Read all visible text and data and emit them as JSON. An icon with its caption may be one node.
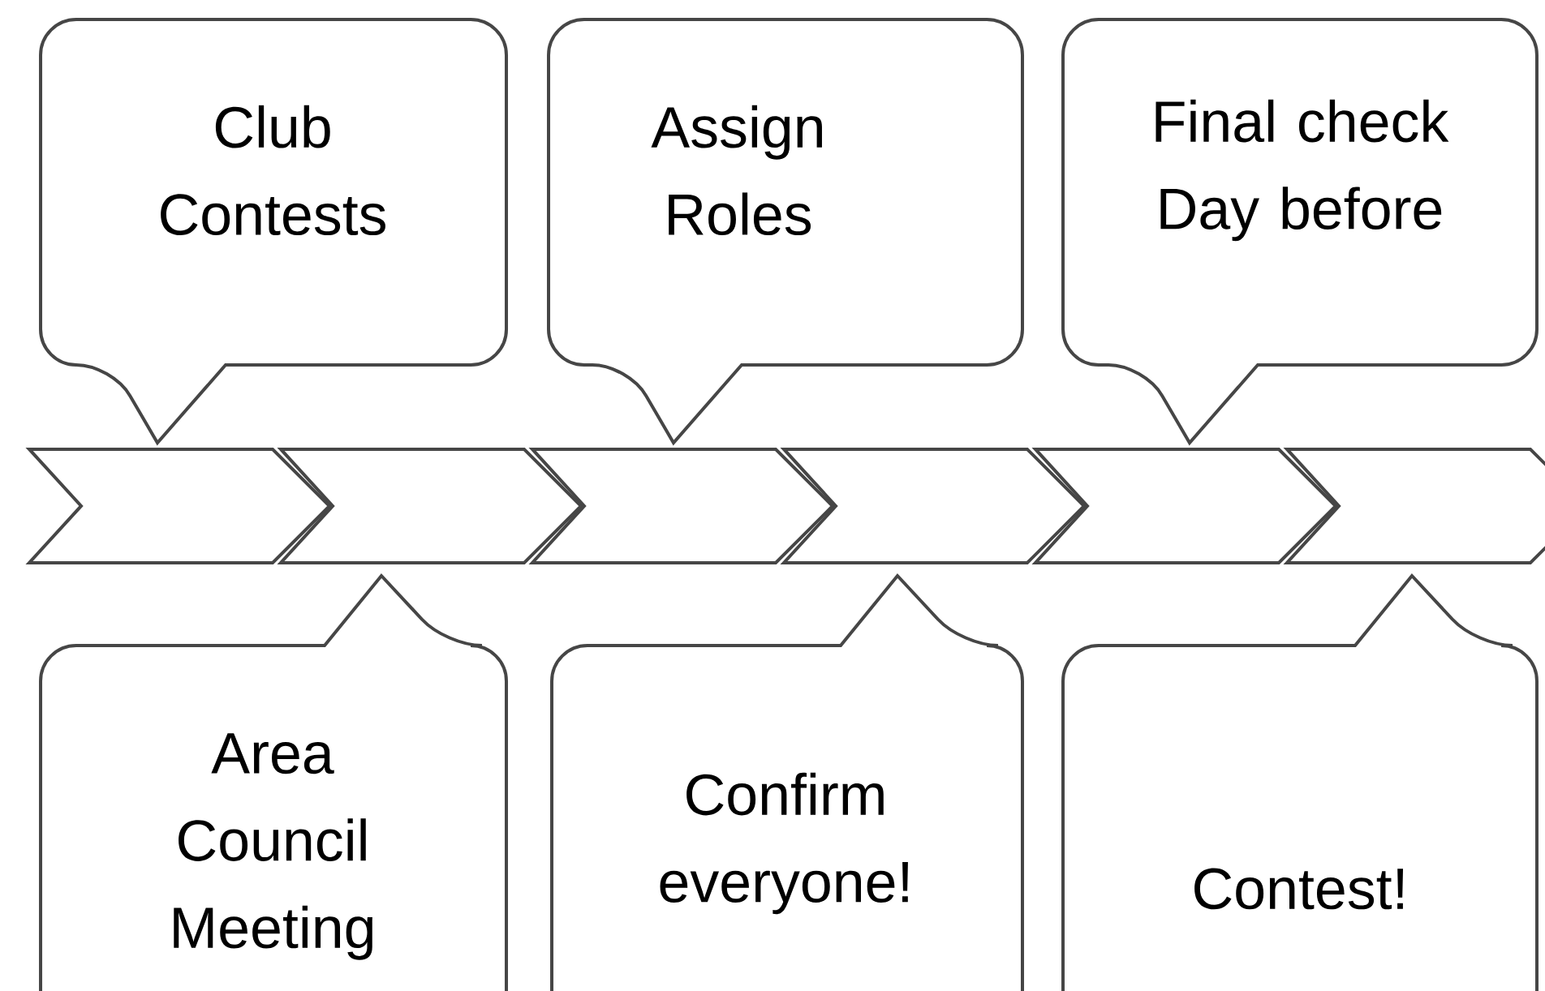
{
  "diagram": {
    "nodes": [
      {
        "text": [
          "Club Contests"
        ]
      },
      {
        "text": [
          "Assign Roles"
        ]
      },
      {
        "text": [
          "Final check Day before"
        ]
      },
      {
        "text": [
          "Area Council Meeting"
        ]
      },
      {
        "text": [
          "Confirm everyone!"
        ]
      },
      {
        "text": [
          "Contest!"
        ]
      },
      {
        "text": [],
        "shape": "chevron"
      },
      {
        "text": [],
        "shape": "chevron"
      },
      {
        "text": [],
        "shape": "chevron"
      },
      {
        "text": [],
        "shape": "chevron"
      },
      {
        "text": [],
        "shape": "chevron"
      },
      {
        "text": [],
        "shape": "chevron"
      }
    ]
  }
}
